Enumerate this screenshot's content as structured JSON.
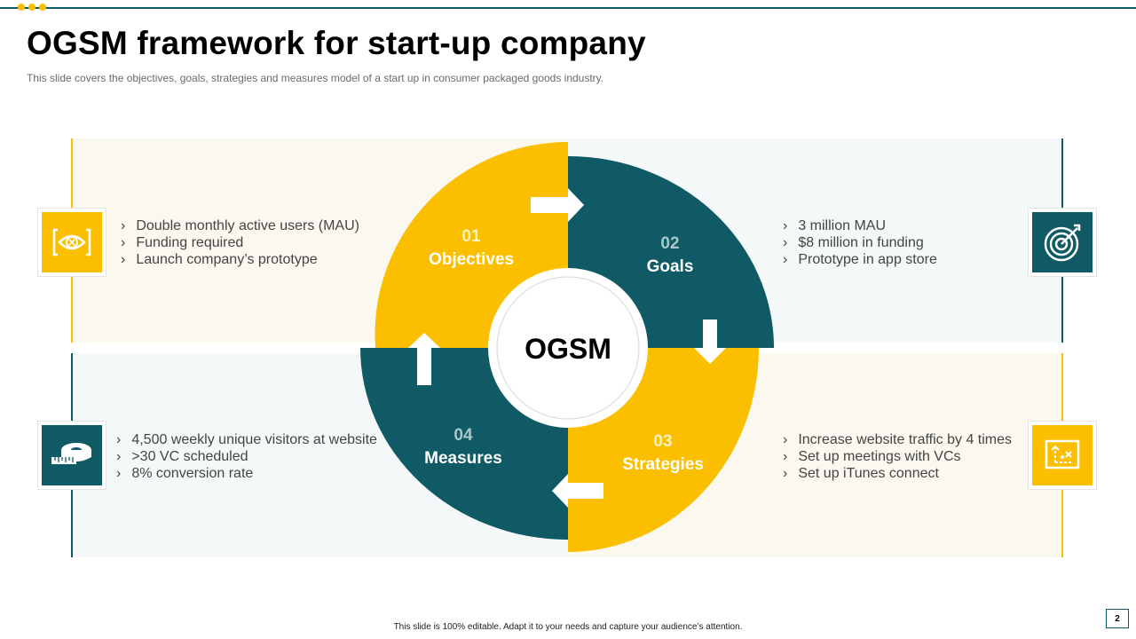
{
  "title": "OGSM framework for start-up company",
  "subtitle": "This slide covers the objectives, goals, strategies and measures model of a start up in consumer packaged goods industry.",
  "center_label": "OGSM",
  "quadrants": [
    {
      "number": "01",
      "label": "Objectives",
      "icon": "eye-target-icon",
      "bullets": [
        "Double monthly active users (MAU)",
        "Funding required",
        "Launch company’s prototype"
      ]
    },
    {
      "number": "02",
      "label": "Goals",
      "icon": "dartboard-icon",
      "bullets": [
        "3 million MAU",
        "$8 million in funding",
        "Prototype in app store"
      ]
    },
    {
      "number": "03",
      "label": "Strategies",
      "icon": "strategy-board-icon",
      "bullets": [
        "Increase website traffic by 4 times",
        "Set up meetings with VCs",
        "Set up iTunes connect"
      ]
    },
    {
      "number": "04",
      "label": "Measures",
      "icon": "measuring-tape-icon",
      "bullets": [
        "4,500 weekly unique visitors at website",
        ">30 VC scheduled",
        "8% conversion rate"
      ]
    }
  ],
  "footer": "This slide is 100% editable. Adapt it to your needs and capture your audience’s attention.",
  "page_number": "2",
  "colors": {
    "yellow": "#fbbf00",
    "teal": "#0f5a64",
    "light_warm": "#fbf8f0",
    "light_cool": "#f4f8f9"
  }
}
